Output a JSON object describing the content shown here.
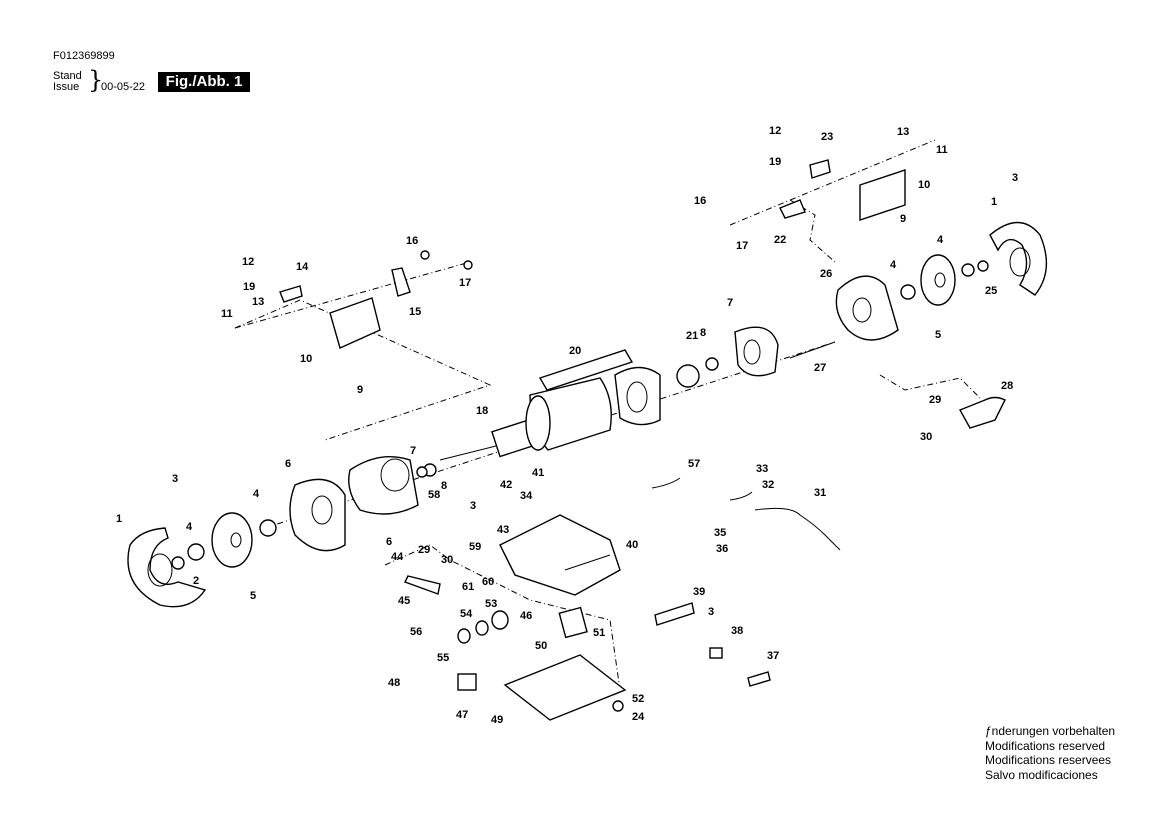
{
  "header": {
    "doc_number": "F012369899",
    "stand": "Stand",
    "issue": "Issue",
    "brace": "}",
    "date": "00-05-22",
    "fig": "Fig./Abb. 1"
  },
  "notes": [
    "ƒnderungen vorbehalten",
    "Modifications reserved",
    "Modifications reservees",
    "Salvo modificaciones"
  ],
  "callouts": [
    "1",
    "2",
    "3",
    "4",
    "5",
    "6",
    "7",
    "8",
    "9",
    "10",
    "11",
    "12",
    "13",
    "14",
    "15",
    "16",
    "17",
    "18",
    "19",
    "20",
    "21",
    "22",
    "23",
    "24",
    "25",
    "26",
    "27",
    "28",
    "29",
    "30",
    "31",
    "32",
    "33",
    "34",
    "35",
    "36",
    "37",
    "38",
    "39",
    "40",
    "41",
    "42",
    "43",
    "44",
    "45",
    "46",
    "47",
    "48",
    "49",
    "50",
    "51",
    "52",
    "53",
    "54",
    "55",
    "56",
    "57",
    "58",
    "59",
    "60",
    "61"
  ]
}
